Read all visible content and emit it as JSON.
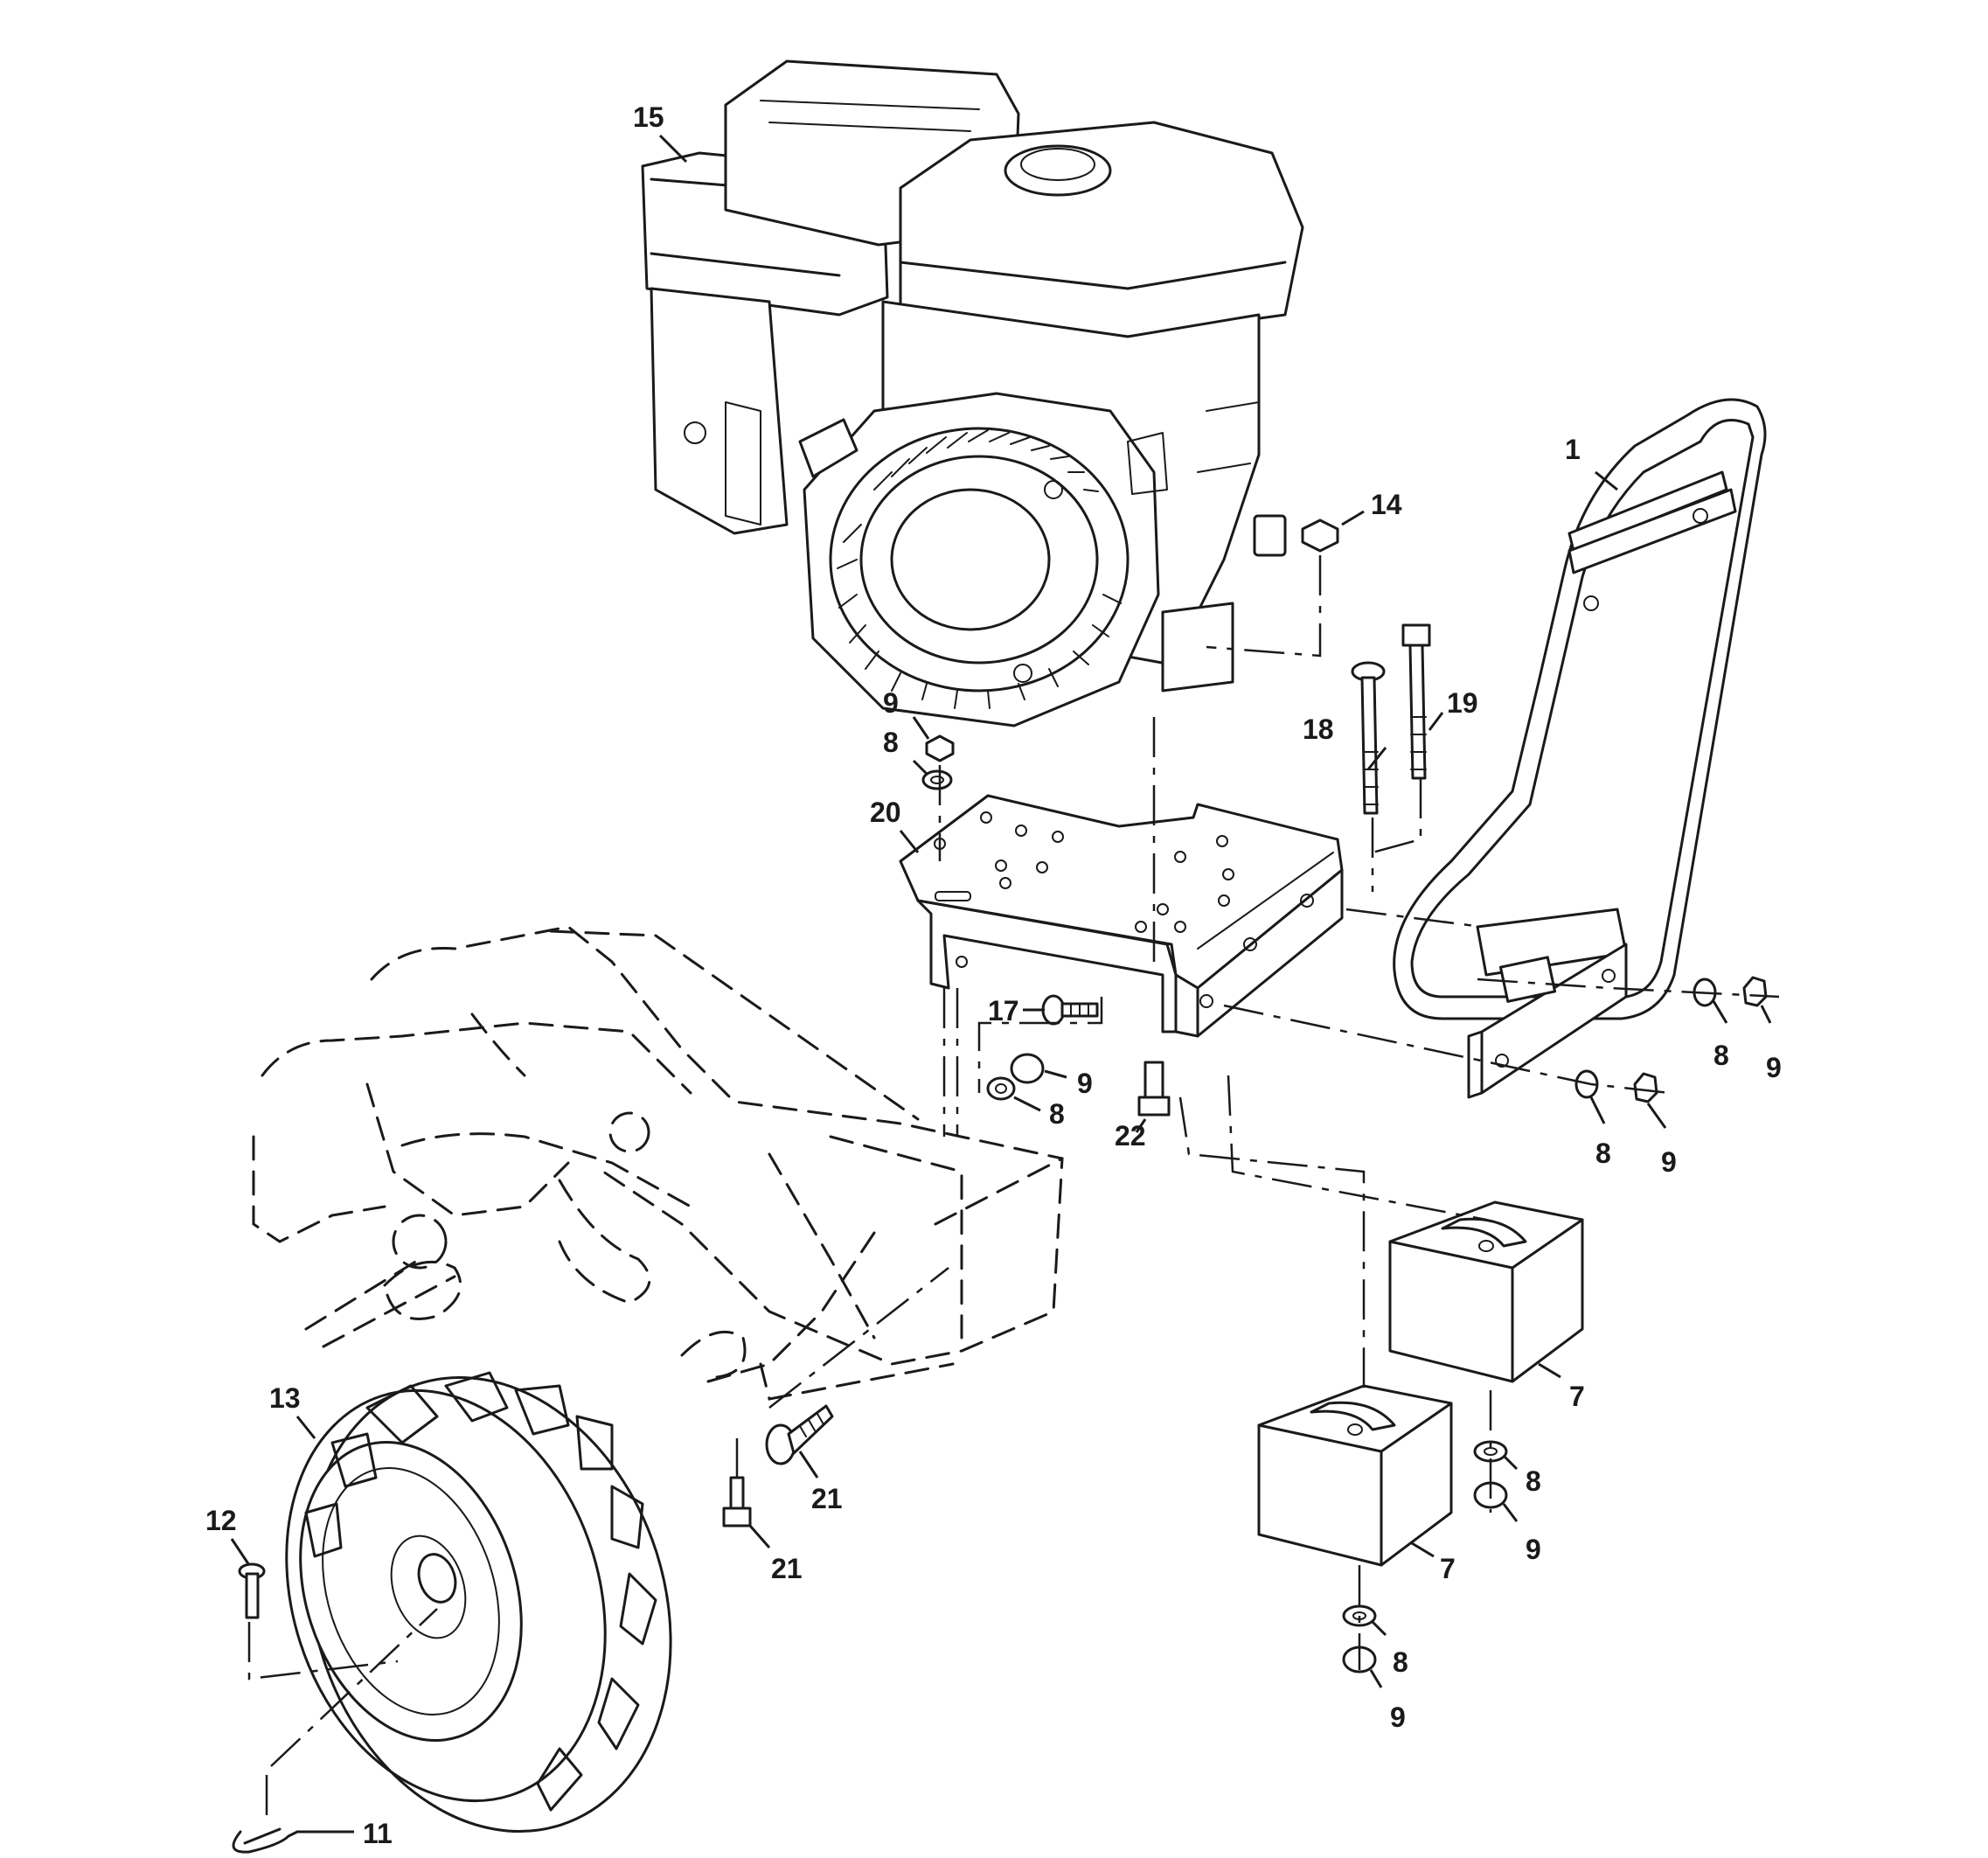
{
  "callouts": [
    "1",
    "7",
    "7",
    "8",
    "8",
    "8",
    "8",
    "8",
    "8",
    "9",
    "9",
    "9",
    "9",
    "9",
    "9",
    "11",
    "12",
    "13",
    "14",
    "15",
    "17",
    "18",
    "19",
    "20",
    "21",
    "21",
    "22"
  ],
  "parts": {
    "engine": "engine-assembly",
    "handle": "handle-bumper",
    "weights": "counter-weights",
    "plate": "engine-mount-plate",
    "tiller": "tiller-frame-outline",
    "wheel": "wheel-tire"
  }
}
